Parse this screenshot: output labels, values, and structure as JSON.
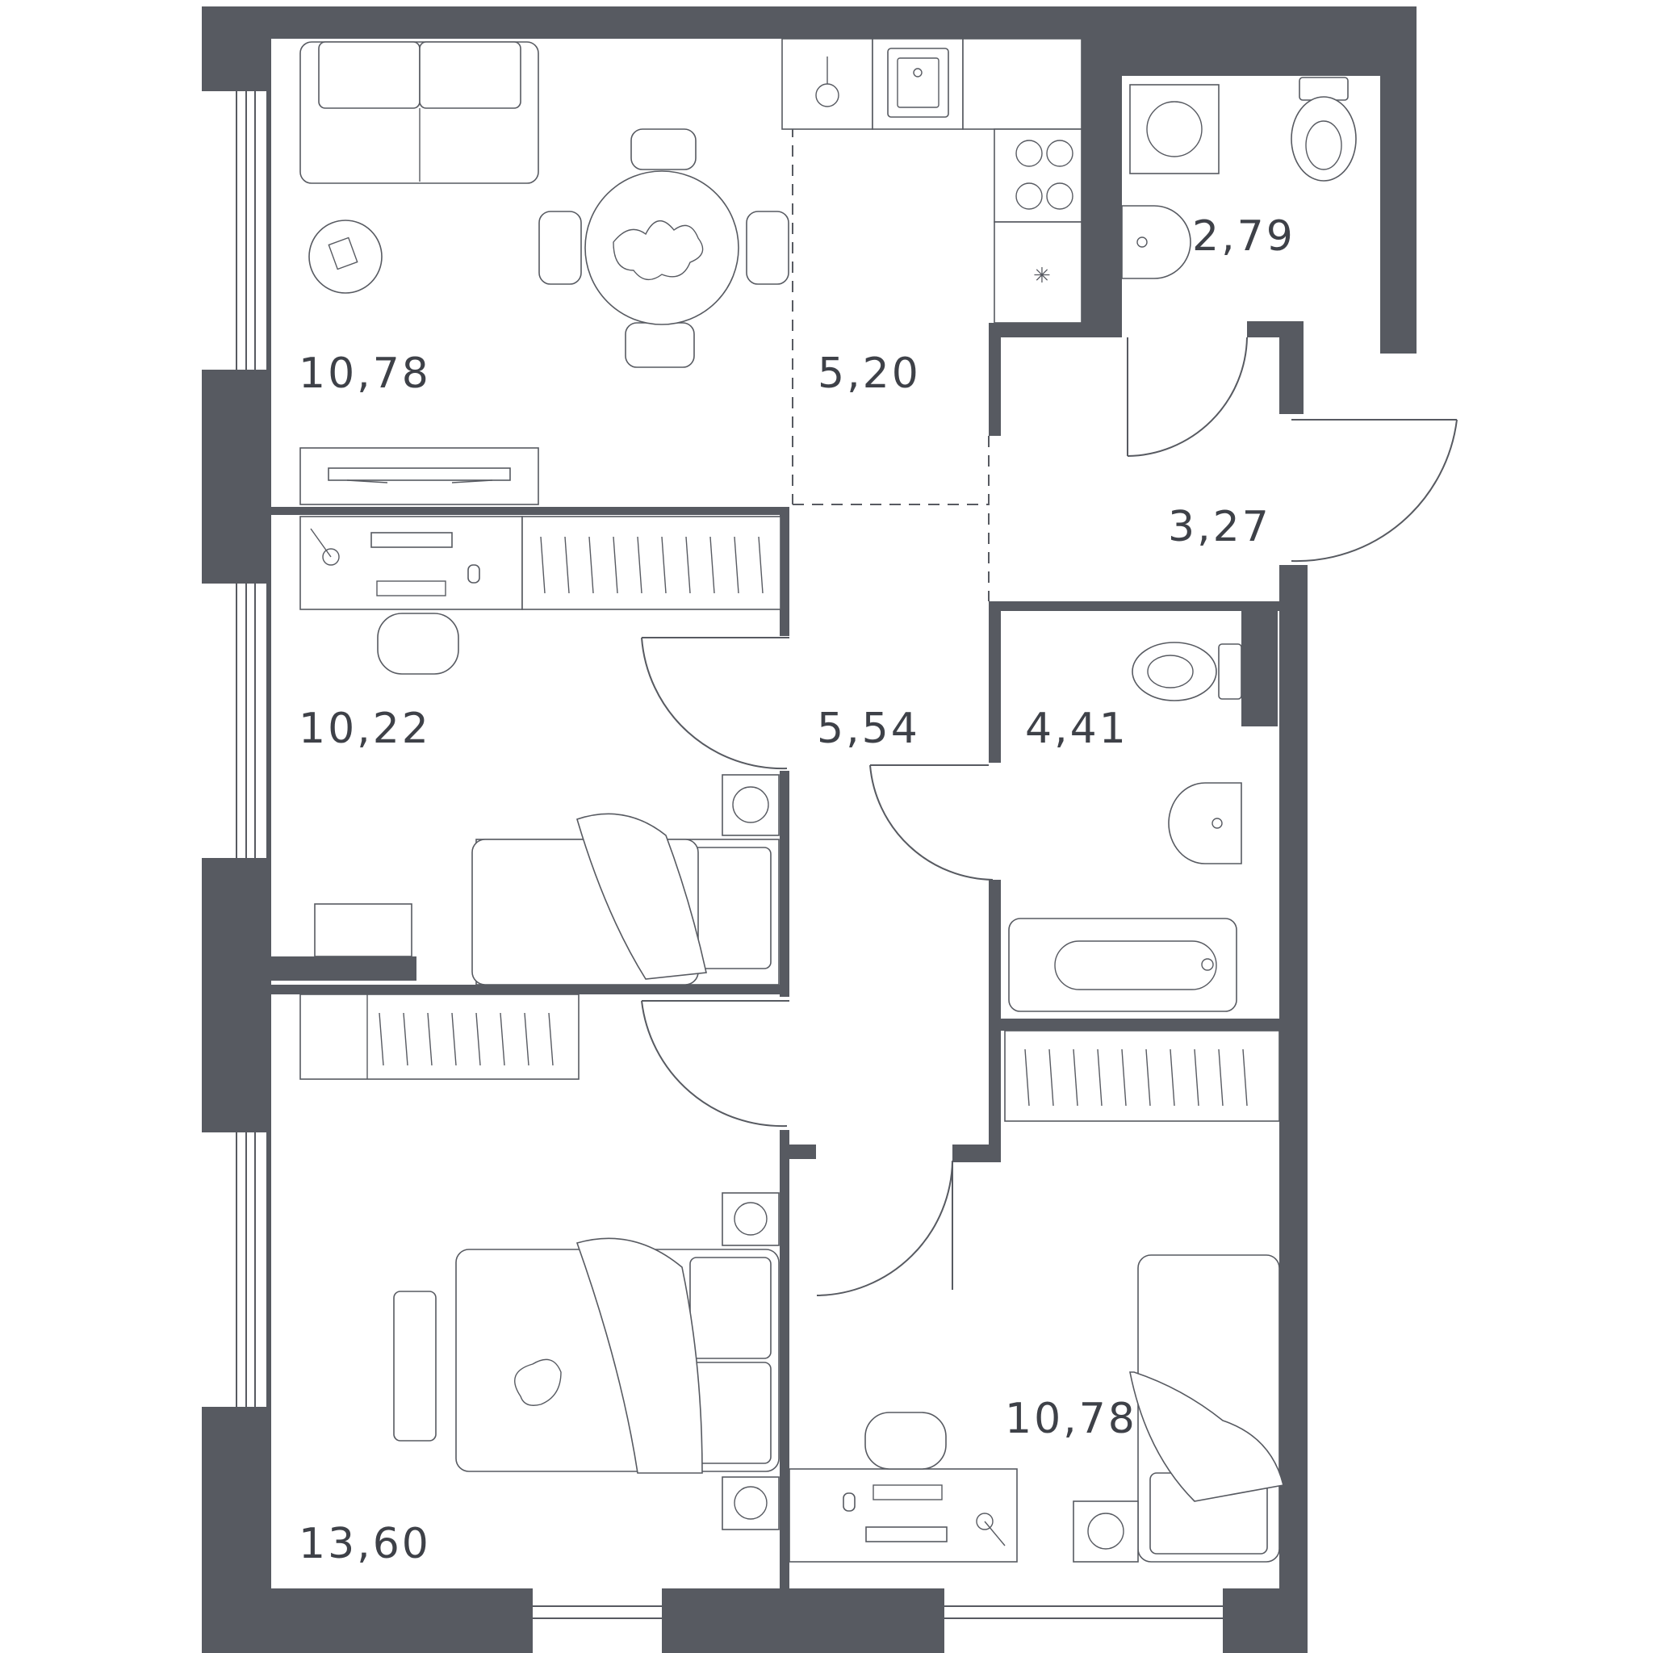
{
  "colors": {
    "wall": "#575a61",
    "line": "#575a61",
    "text": "#3e4148",
    "background": "#ffffff"
  },
  "rooms": [
    {
      "id": "kitchen-living",
      "area": "10,78"
    },
    {
      "id": "kitchen",
      "area": "5,20"
    },
    {
      "id": "wc-small",
      "area": "2,79"
    },
    {
      "id": "entrance-hall",
      "area": "3,27"
    },
    {
      "id": "bedroom-top",
      "area": "10,22"
    },
    {
      "id": "hallway",
      "area": "5,54"
    },
    {
      "id": "bathroom",
      "area": "4,41"
    },
    {
      "id": "bedroom-bottom-right",
      "area": "10,78"
    },
    {
      "id": "bedroom-master",
      "area": "13,60"
    }
  ],
  "icons": [
    "sofa-icon",
    "dining-table-icon",
    "tv-stand-icon",
    "desk-icon",
    "bed-icon",
    "wardrobe-icon",
    "toilet-icon",
    "sink-icon",
    "bathtub-icon",
    "stove-icon",
    "washing-machine-icon",
    "door-swing-icon"
  ]
}
